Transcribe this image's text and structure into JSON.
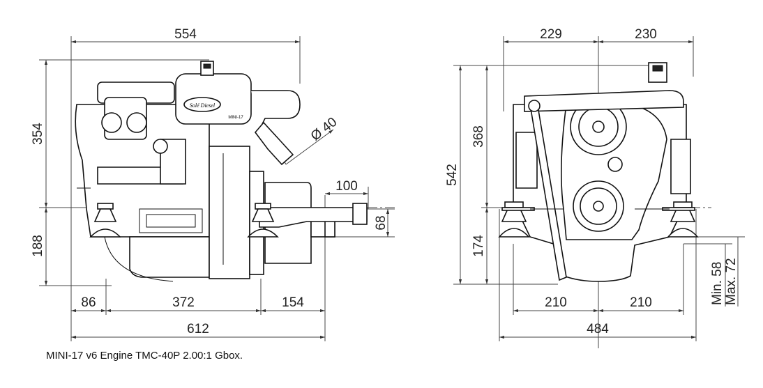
{
  "caption": "MINI-17 v6 Engine TMC-40P 2.00:1 Gbox.",
  "side_view": {
    "dims": {
      "overall_top": "554",
      "height_upper": "354",
      "height_lower": "188",
      "diameter": "Ø 40",
      "offset": "100",
      "shaft": "68",
      "bottom_left": "86",
      "bottom_mid": "372",
      "bottom_right": "154",
      "overall_bottom": "612"
    },
    "brand_text": "Solé Diesel",
    "model_text": "MINI-17"
  },
  "front_view": {
    "dims": {
      "top_left": "229",
      "top_right": "230",
      "total_height": "542",
      "upper": "368",
      "lower": "174",
      "bottom_left": "210",
      "bottom_right": "210",
      "overall_bottom": "484",
      "min": "Min. 58",
      "max": "Max. 72"
    }
  }
}
